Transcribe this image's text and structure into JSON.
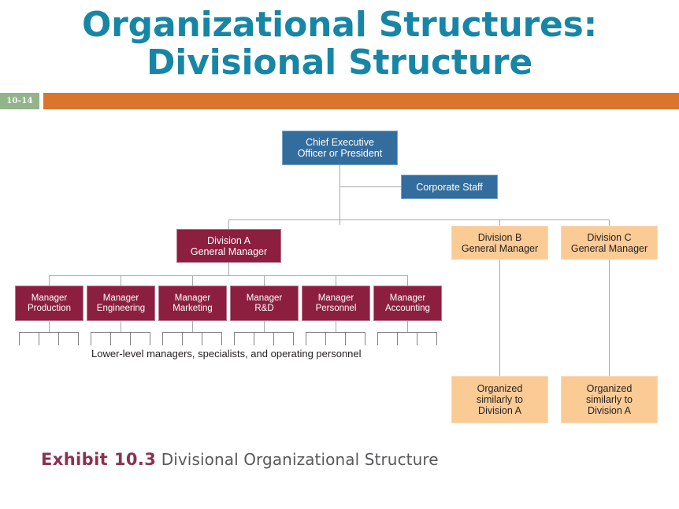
{
  "slide": {
    "title_line1": "Organizational Structures:",
    "title_line2": "Divisional Structure",
    "slide_number": "10-14",
    "title_color": "#1786a6",
    "banner_color": "#d9762b",
    "badge_color": "#93b48b"
  },
  "chart_data": {
    "type": "diagram",
    "title": "Divisional Organizational Structure",
    "nodes": {
      "ceo": {
        "line1": "Chief Executive",
        "line2": "Officer or President",
        "color": "#336d9e"
      },
      "corporate_staff": {
        "line1": "Corporate Staff",
        "color": "#336d9e"
      },
      "division_a": {
        "line1": "Division A",
        "line2": "General Manager",
        "color": "#8c1f3f"
      },
      "division_b": {
        "line1": "Division B",
        "line2": "General Manager",
        "color": "#fbcb95"
      },
      "division_c": {
        "line1": "Division C",
        "line2": "General Manager",
        "color": "#fbcb95"
      },
      "organized_b": {
        "line1": "Organized",
        "line2": "similarly to",
        "line3": "Division A",
        "color": "#fbcb95"
      },
      "organized_c": {
        "line1": "Organized",
        "line2": "similarly to",
        "line3": "Division A",
        "color": "#fbcb95"
      }
    },
    "managers": [
      {
        "line1": "Manager",
        "line2": "Production"
      },
      {
        "line1": "Manager",
        "line2": "Engineering"
      },
      {
        "line1": "Manager",
        "line2": "Marketing"
      },
      {
        "line1": "Manager",
        "line2": "R&D"
      },
      {
        "line1": "Manager",
        "line2": "Personnel"
      },
      {
        "line1": "Manager",
        "line2": "Accounting"
      }
    ],
    "lower_level_label": "Lower-level managers, specialists, and operating personnel"
  },
  "exhibit": {
    "number": "Exhibit 10.3",
    "caption": "Divisional Organizational Structure"
  }
}
